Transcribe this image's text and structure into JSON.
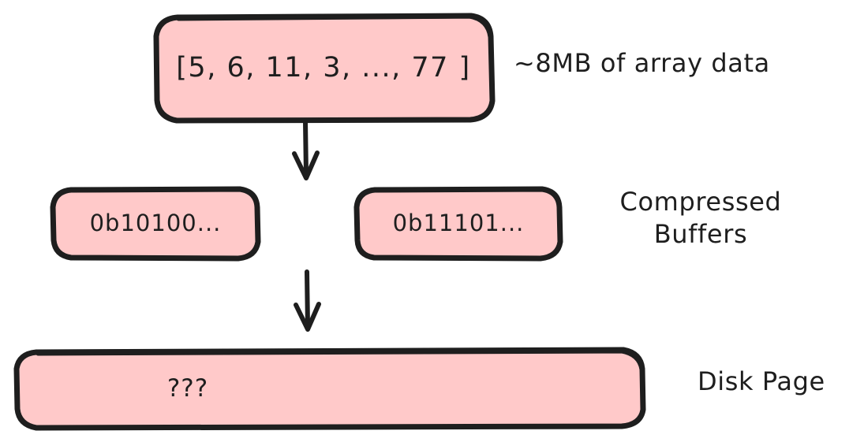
{
  "diagram": {
    "title": "Array data compression to disk page flow",
    "background_color": "#ffffff",
    "style": "hand-drawn",
    "palette": {
      "node_fill": "#ffc9c9",
      "node_stroke": "#1e1e1e",
      "text": "#1e1e1e",
      "arrow": "#1e1e1e"
    },
    "nodes": [
      {
        "id": "array",
        "name": "array-data-box",
        "text": "[5, 6, 11, 3, ..., 77 ]"
      },
      {
        "id": "buffer-left",
        "name": "compressed-buffer-left-box",
        "text": "0b10100..."
      },
      {
        "id": "buffer-right",
        "name": "compressed-buffer-right-box",
        "text": "0b11101..."
      },
      {
        "id": "disk-page",
        "name": "disk-page-box",
        "text": "???"
      }
    ],
    "annotations": [
      {
        "id": "array-data",
        "name": "array-data-annotation",
        "text": "~8MB of array data"
      },
      {
        "id": "compressed-buffers",
        "name": "compressed-buffers-annotation",
        "text": "Compressed\nBuffers"
      },
      {
        "id": "disk-page",
        "name": "disk-page-annotation",
        "text": "Disk Page"
      }
    ],
    "arrows": [
      {
        "id": "array-to-buffers",
        "name": "arrow-array-to-buffers",
        "direction": "down",
        "from": "array",
        "to": "buffer-left"
      },
      {
        "id": "buffers-to-disk",
        "name": "arrow-buffers-to-disk",
        "direction": "down",
        "from": "buffer-left",
        "to": "disk-page"
      }
    ]
  }
}
